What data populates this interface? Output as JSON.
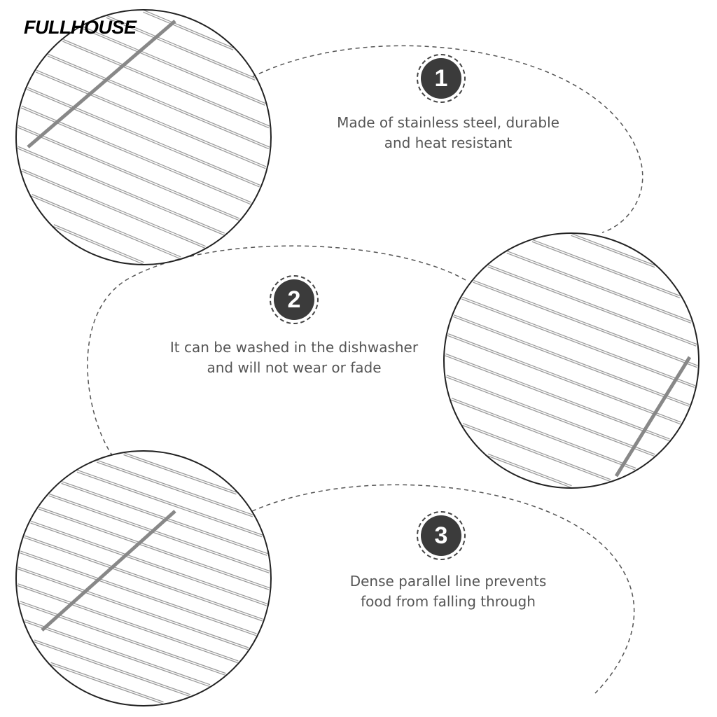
{
  "brand": "FULLHOUSE",
  "features": [
    {
      "number": "1",
      "line1": "Made of stainless steel, durable",
      "line2": "and heat resistant"
    },
    {
      "number": "2",
      "line1": "It can be washed in the dishwasher",
      "line2": "and will not wear or fade"
    },
    {
      "number": "3",
      "line1": "Dense parallel line prevents",
      "line2": "food from falling through"
    }
  ]
}
